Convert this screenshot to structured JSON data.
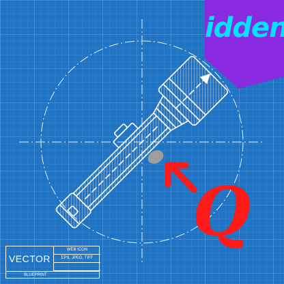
{
  "title_block": {
    "main_label": "VECTOR",
    "row1": "WEB   ICON",
    "row2": "EPS, JPEG, TIFF",
    "row3": "",
    "footer": "BLUEPRINT"
  },
  "overlays": {
    "hidden_text": "idden",
    "q_letter": "Q"
  },
  "colors": {
    "blueprint_bg": "#1f74c4",
    "grid_line": "#5b9ee0",
    "outline": "#ffffff",
    "purple_wedge": "#8a2be2",
    "cyan_text": "#00e5ff",
    "red_marks": "#ff1a1a",
    "gray_blob": "#9e9e9e"
  },
  "icons": {
    "main_drawing": "flashlight-icon",
    "arrow": "red-arrow-icon"
  }
}
